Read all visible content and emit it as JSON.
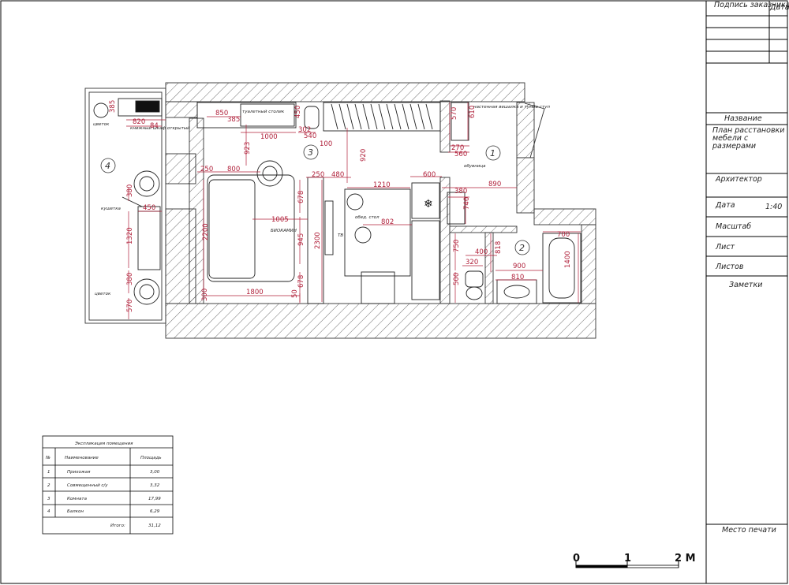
{
  "title_block": {
    "customer_signature": "Подпись заказчика",
    "date_header": "Дата",
    "name_label": "Название",
    "name_value": "План расстановки мебели с размерами",
    "architect_label": "Архитектор",
    "date_label": "Дата",
    "scale_value": "1:40",
    "scale_label": "Масштаб",
    "sheet_label": "Лист",
    "sheets_label": "Листов",
    "notes_label": "Заметки",
    "print_place": "Место печати"
  },
  "rooms": {
    "r1": "1",
    "r2": "2",
    "r3": "3",
    "r4": "4"
  },
  "labels": {
    "bookshelf": "книжный шкаф открытый",
    "flower_top": "цветок",
    "flower_bottom": "цветок",
    "chair": "кушетка",
    "vanity": "туалетный столик",
    "hanger": "настенная вешалка и тумба-ступ",
    "shoes": "обувница",
    "bed": "БИОКАМИН",
    "dining": "обед. стол",
    "tv": "ТВ"
  },
  "dimensions": {
    "d385a": "385",
    "d820": "820",
    "d84": "84",
    "d850": "850",
    "d385b": "385",
    "d450": "450",
    "d1000": "1000",
    "d302": "302",
    "d540": "540",
    "d100": "100",
    "d923": "923",
    "d920": "920",
    "d570a": "570",
    "d610": "610",
    "d270": "270",
    "d560": "560",
    "d250a": "250",
    "d800": "800",
    "d250b": "250",
    "d480": "480",
    "d600": "600",
    "d1210": "1210",
    "d890": "890",
    "d380a": "380",
    "d450b": "450",
    "d1320": "1320",
    "d380b": "380",
    "d570b": "570",
    "d2200": "2200",
    "d1005": "1005",
    "d678a": "678",
    "d945": "945",
    "d2300": "2300",
    "d678b": "678",
    "d802": "802",
    "d380c": "380",
    "d740": "740",
    "d700": "700",
    "d750": "750",
    "d400": "400",
    "d818": "818",
    "d320": "320",
    "d900": "900",
    "d810": "810",
    "d500": "500",
    "d1400": "1400",
    "d300": "300",
    "d1800": "1800",
    "d50": "50"
  },
  "legend": {
    "title": "Экспликация помещения",
    "col_num": "№",
    "col_name": "Наименование",
    "col_area": "Площадь",
    "rows": [
      {
        "num": "1",
        "name": "Прихожая",
        "area": "3,00"
      },
      {
        "num": "2",
        "name": "Совмещенный с/у",
        "area": "3,32"
      },
      {
        "num": "3",
        "name": "Комната",
        "area": "17,99"
      },
      {
        "num": "4",
        "name": "Балкон",
        "area": "6,29"
      }
    ],
    "total_label": "Итого:",
    "total_value": "31,12"
  },
  "scale_bar": {
    "t0": "0",
    "t1": "1",
    "t2": "2 М"
  }
}
